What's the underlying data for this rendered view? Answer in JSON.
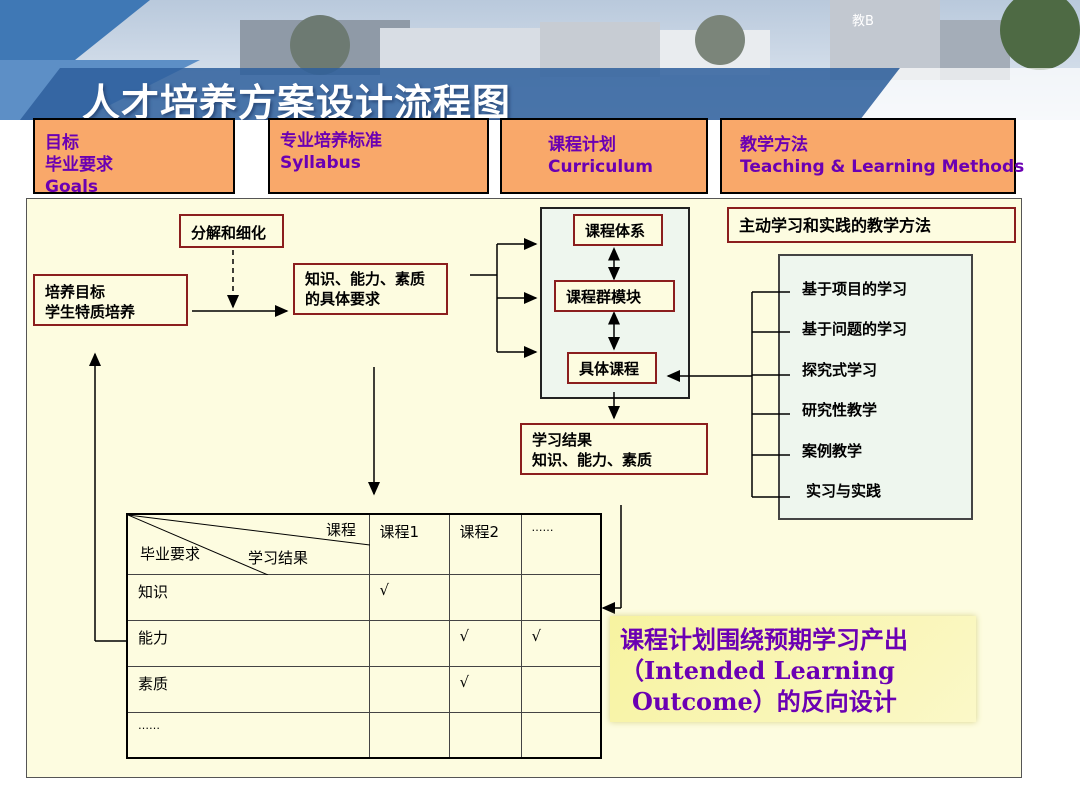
{
  "title": "人才培养方案设计流程图",
  "banner_label": "教B",
  "header_boxes": [
    {
      "line1": "目标",
      "line2": "毕业要求",
      "line3": "Goals"
    },
    {
      "line1": "专业培养标准",
      "line2": "Syllabus"
    },
    {
      "line1": "课程计划",
      "line2": "Curriculum"
    },
    {
      "line1": "教学方法",
      "line2": "Teaching & Learning Methods"
    }
  ],
  "left_flow": {
    "decompose": "分解和细化",
    "goal_line1": "培养目标",
    "goal_line2": "学生特质培养",
    "req_line1": "知识、能力、素质",
    "req_line2": "的具体要求"
  },
  "curriculum": {
    "system": "课程体系",
    "module": "课程群模块",
    "course": "具体课程"
  },
  "outcomes": {
    "line1": "学习结果",
    "line2": "知识、能力、素质"
  },
  "methods": {
    "header": "主动学习和实践的教学方法",
    "items": [
      "基于项目的学习",
      "基于问题的学习",
      "探究式学习",
      "研究性教学",
      "案例教学",
      "实习与实践"
    ]
  },
  "matrix": {
    "corner_course": "课程",
    "corner_req": "毕业要求",
    "corner_outcome": "学习结果",
    "col1": "课程1",
    "col2": "课程2",
    "col3": "……",
    "rows": [
      {
        "label": "知识",
        "c1": "√",
        "c2": "",
        "c3": ""
      },
      {
        "label": "能力",
        "c1": "",
        "c2": "√",
        "c3": "√"
      },
      {
        "label": "素质",
        "c1": "",
        "c2": "√",
        "c3": ""
      },
      {
        "label": "……",
        "c1": "",
        "c2": "",
        "c3": ""
      }
    ]
  },
  "callout": {
    "line1": "课程计划围绕预期学习产出",
    "line2": "（Intended Learning",
    "line3": "Outcome）的反向设计"
  }
}
